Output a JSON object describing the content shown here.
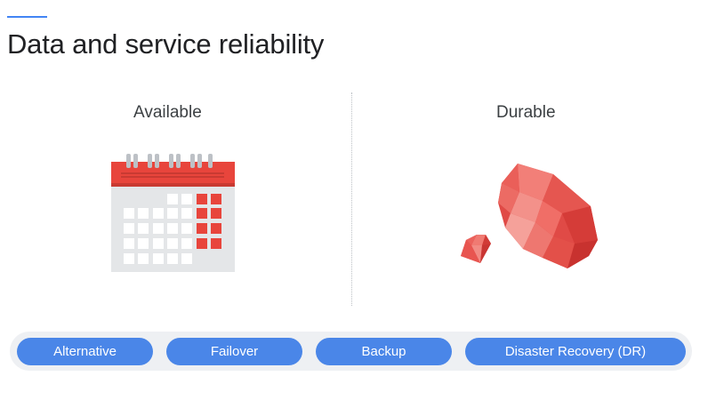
{
  "slide": {
    "title": "Data and service reliability",
    "accent_color": "#4285f4"
  },
  "columns": {
    "left": {
      "label": "Available",
      "icon": "calendar-icon"
    },
    "right": {
      "label": "Durable",
      "icon": "gem-icon"
    }
  },
  "strategies": [
    {
      "label": "Alternative"
    },
    {
      "label": "Failover"
    },
    {
      "label": "Backup"
    },
    {
      "label": "Disaster Recovery (DR)"
    }
  ],
  "colors": {
    "pill_blue": "#4a86e8",
    "calendar_red": "#e8453c",
    "gem_red": "#e04a46"
  }
}
